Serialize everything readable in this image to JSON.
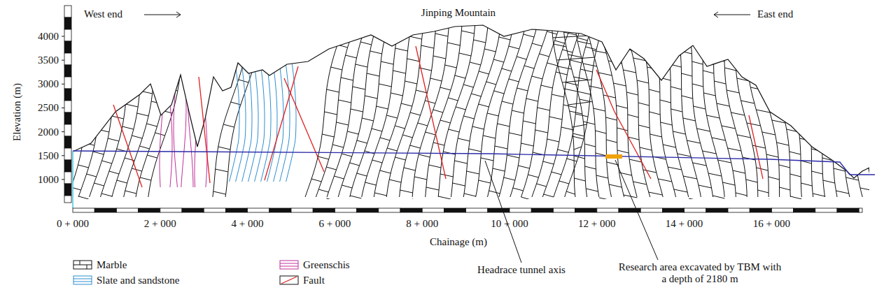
{
  "diagram": {
    "title": "Jinping Mountain",
    "labels": [
      "West end",
      "East end",
      "Elevation (m)",
      "4000",
      "3500",
      "3000",
      "2500",
      "2000",
      "1500",
      "1000",
      "0 + 000",
      "2 + 000",
      "4 + 000",
      "6 + 000",
      "8 + 000",
      "10 + 000",
      "12 + 000",
      "14 + 000",
      "16 + 000",
      "Chainage (m)",
      "Headrace tunnel axis",
      "Research area excavated by TBM with a depth of 2180 m"
    ],
    "legend": [
      {
        "text": "Marble"
      },
      {
        "text": "Greenschis"
      },
      {
        "text": "Slate and sandstone"
      },
      {
        "text": "Fault"
      }
    ]
  }
}
